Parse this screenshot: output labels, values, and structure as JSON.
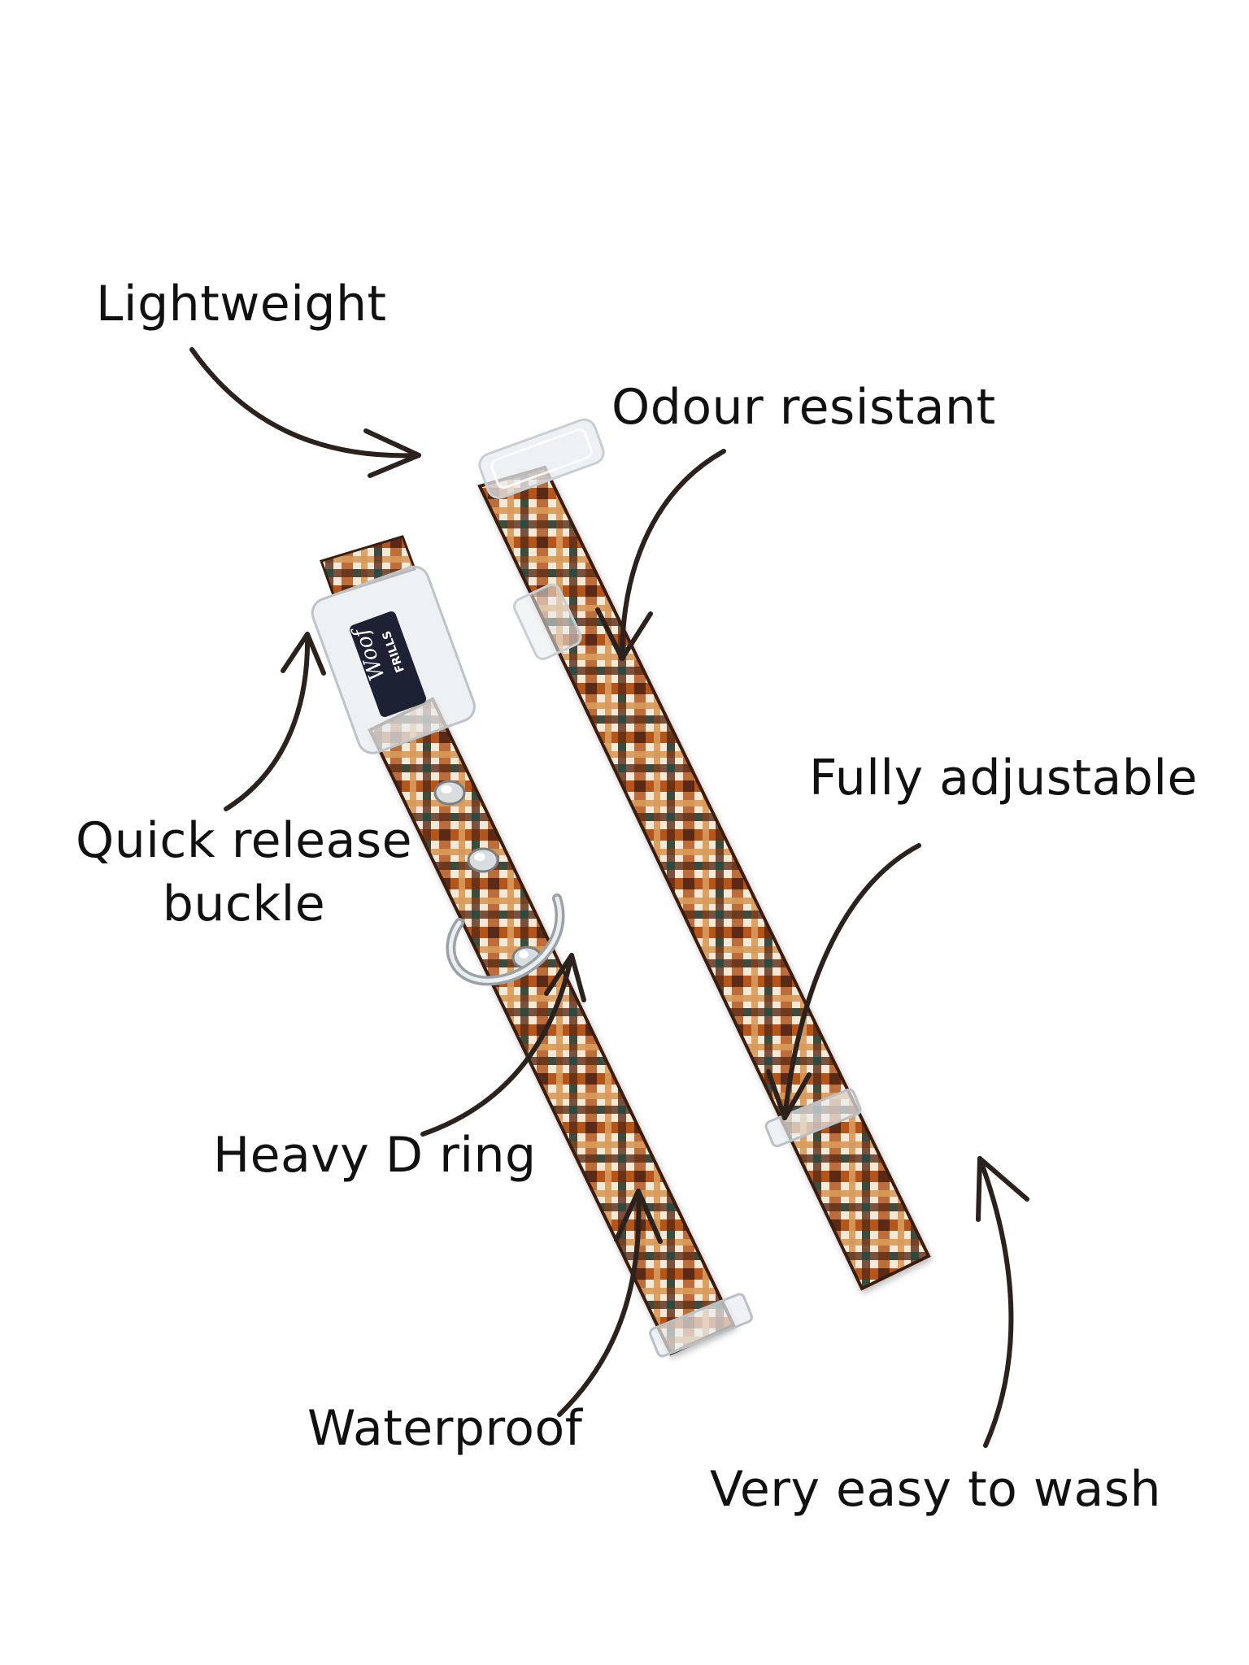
{
  "labels": {
    "lightweight": "Lightweight",
    "odour_resistant": "Odour resistant",
    "quick_release_line1": "Quick release",
    "quick_release_line2": "buckle",
    "fully_adjustable": "Fully adjustable",
    "heavy_d_ring": "Heavy D ring",
    "waterproof": "Waterproof",
    "very_easy_to_wash": "Very easy to wash"
  },
  "brand_tag": {
    "line1": "Woof",
    "line2": "FRILLS"
  },
  "colors": {
    "text": "#111111",
    "arrow": "#2b221e",
    "plaid_rust": "#b4561f",
    "plaid_brown": "#5a2a17",
    "plaid_cream": "#f3e9d6",
    "plaid_green": "#2f4a3f",
    "plaid_tan": "#d99a5a",
    "buckle_clear": "#e8ecef",
    "brand_tag_bg": "#1c2233"
  },
  "icons": {
    "arrow": "curved-arrow-icon",
    "buckle": "buckle-icon",
    "d_ring": "d-ring-icon",
    "rivet": "rivet-icon"
  }
}
